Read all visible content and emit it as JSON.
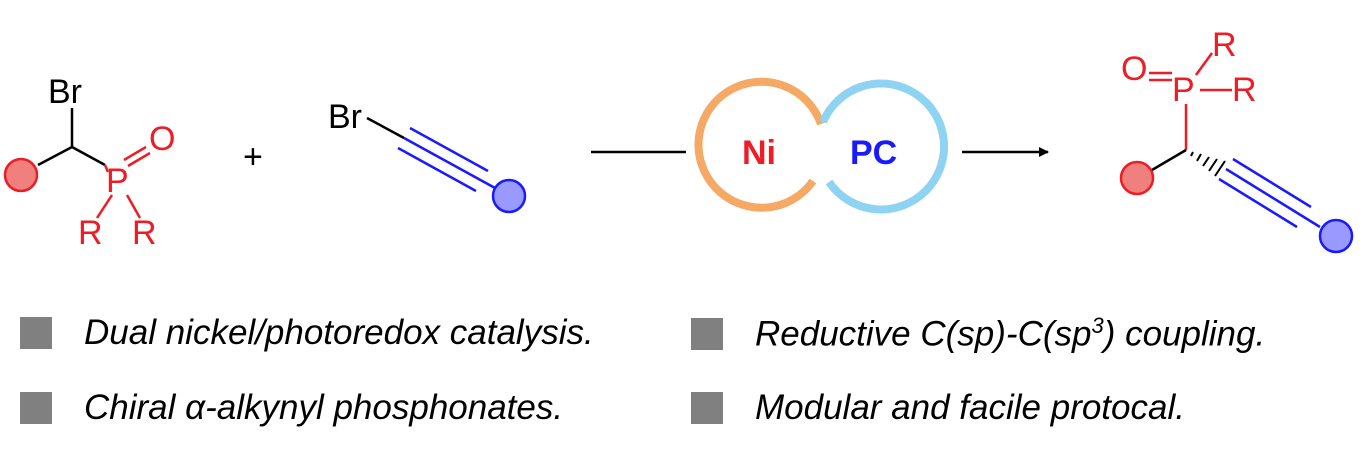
{
  "scheme": {
    "reactant1": {
      "bromine": "Br",
      "oxygen": "O",
      "phosphorus": "P",
      "r_left": "R",
      "r_right": "R"
    },
    "plus_sign": "+",
    "reactant2": {
      "bromine": "Br"
    },
    "catalyst": {
      "nickel": "Ni",
      "photocatalyst": "PC"
    },
    "product": {
      "oxygen": "O",
      "phosphorus": "P",
      "r_top": "R",
      "r_right": "R"
    }
  },
  "colors": {
    "red": "#ee1c25",
    "blue": "#1a1aff",
    "orange_ring": "#f5a964",
    "cyan_ring": "#8fd3f3",
    "red_circle_fill": "#f0807d",
    "blue_circle_fill": "#9999ff",
    "bullet_square": "#808080"
  },
  "features": [
    {
      "pre": "Dual nickel/photoredox catalysis.",
      "sup": "",
      "post": ""
    },
    {
      "pre": "Reductive C(sp)-C(sp",
      "sup": "3",
      "post": ") coupling."
    },
    {
      "pre": "Chiral α-alkynyl phosphonates.",
      "sup": "",
      "post": ""
    },
    {
      "pre": "Modular and facile protocal.",
      "sup": "",
      "post": ""
    }
  ]
}
